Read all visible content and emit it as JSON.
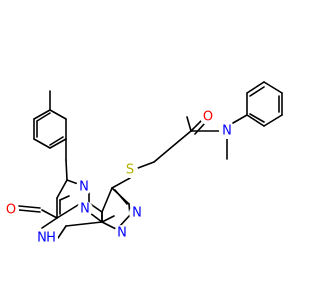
{
  "diagram": {
    "type": "chemical-structure",
    "colors": {
      "bond": "#000000",
      "N": "#0000ff",
      "O": "#ff0000",
      "S": "#b2b200"
    },
    "atoms": [
      {
        "id": "n_amide",
        "label": "N",
        "element": "N"
      },
      {
        "id": "o_amide",
        "label": "O",
        "element": "O"
      },
      {
        "id": "s_thio",
        "label": "S",
        "element": "S"
      },
      {
        "id": "n_r1",
        "label": "N",
        "element": "N"
      },
      {
        "id": "n_r2",
        "label": "N",
        "element": "N"
      },
      {
        "id": "n_r3",
        "label": "N",
        "element": "N"
      },
      {
        "id": "n_r4",
        "label": "N",
        "element": "N"
      },
      {
        "id": "nh_r5",
        "label": "N",
        "element": "N",
        "suffix": "H"
      },
      {
        "id": "o_keto",
        "label": "O",
        "element": "O"
      }
    ]
  }
}
